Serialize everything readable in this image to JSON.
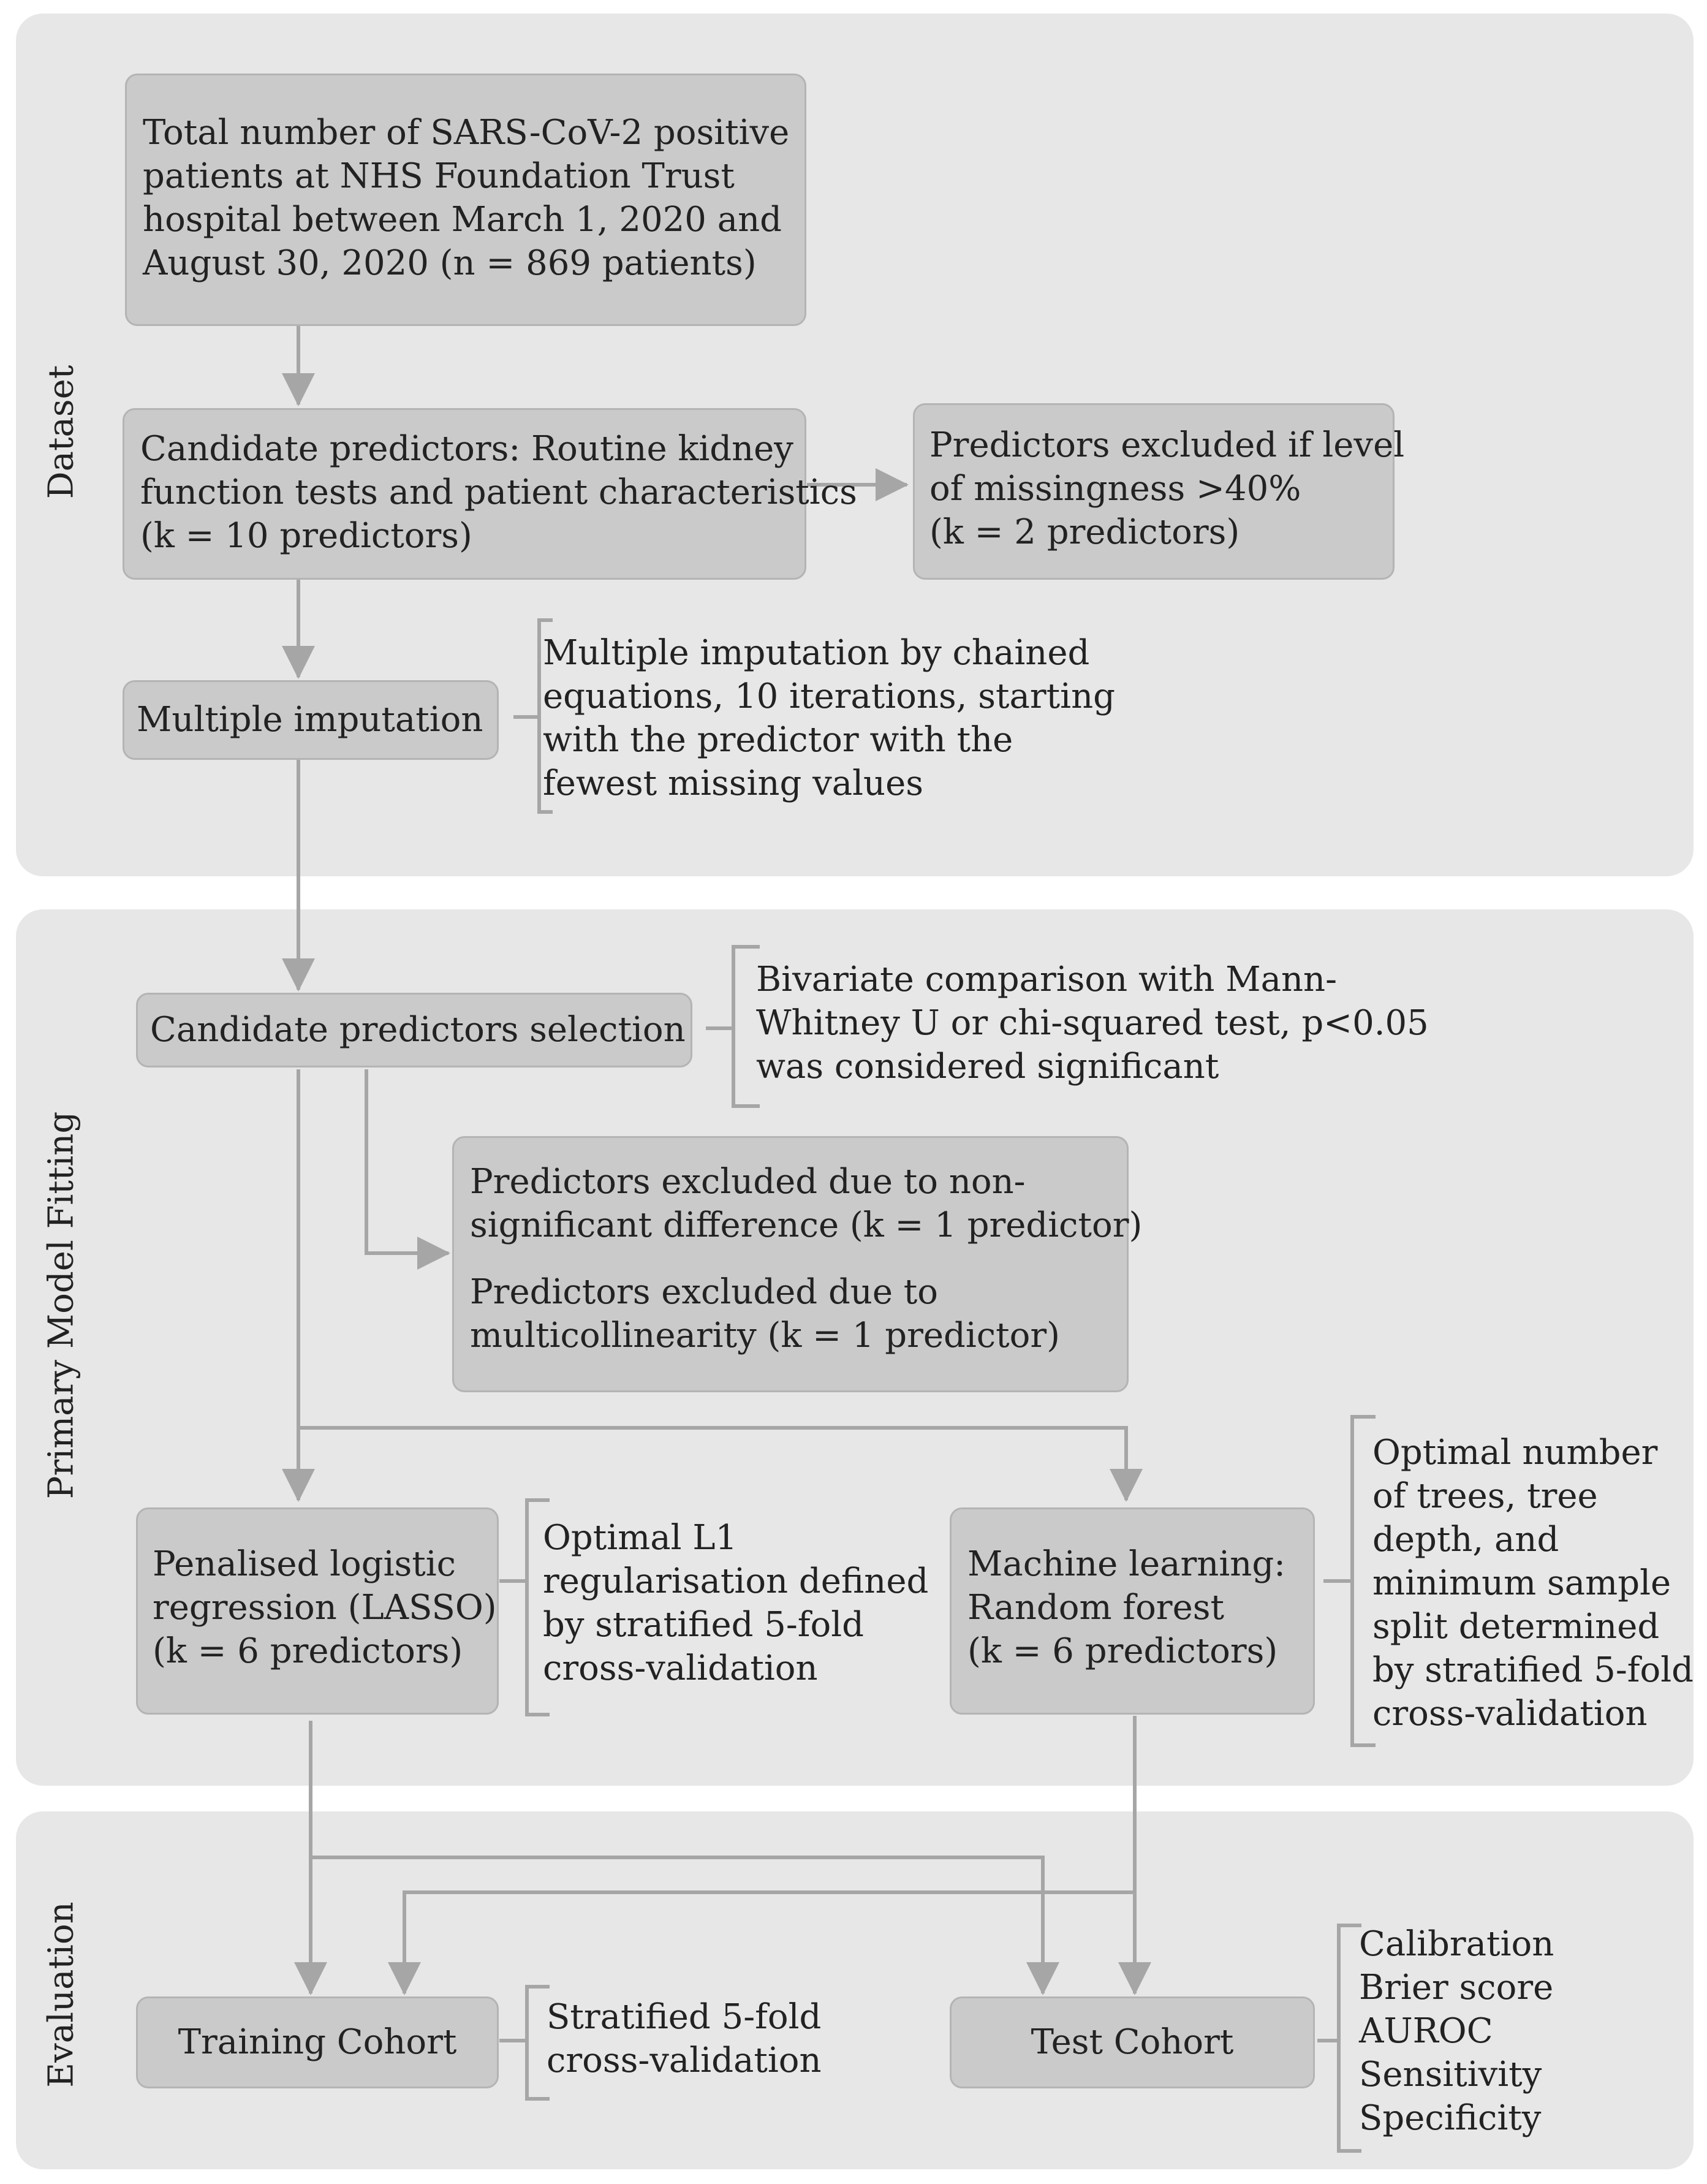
{
  "sections": {
    "dataset": "Dataset",
    "primary": "Primary Model Fitting",
    "evaluation": "Evaluation"
  },
  "boxes": {
    "total": [
      "Total number of SARS-CoV-2 positive",
      "patients at NHS Foundation Trust",
      "hospital between March 1, 2020 and",
      "August 30, 2020 (n = 869 patients)"
    ],
    "candidate": [
      "Candidate predictors: Routine kidney",
      "function tests and patient characteristics",
      "(k = 10 predictors)"
    ],
    "excluded_missing": [
      "Predictors excluded if level",
      "of missingness >40%",
      "(k = 2 predictors)"
    ],
    "imputation": [
      "Multiple imputation"
    ],
    "selection": [
      "Candidate predictors selection"
    ],
    "excluded_nonsig": [
      "Predictors excluded due to non-",
      "significant difference (k = 1 predictor)"
    ],
    "excluded_multicol": [
      "Predictors excluded due to",
      "multicollinearity (k = 1 predictor)"
    ],
    "lasso": [
      "Penalised logistic",
      "regression (LASSO)",
      "(k = 6 predictors)"
    ],
    "rf": [
      "Machine learning:",
      "Random forest",
      "(k = 6 predictors)"
    ],
    "training": [
      "Training Cohort"
    ],
    "test": [
      "Test Cohort"
    ]
  },
  "notes": {
    "imputation": [
      "Multiple imputation by chained",
      "equations, 10 iterations, starting",
      "with the predictor with the",
      "fewest missing values"
    ],
    "selection": [
      "Bivariate comparison with Mann-",
      "Whitney U or chi-squared test, p<0.05",
      "was considered significant"
    ],
    "lasso": [
      "Optimal L1",
      "regularisation defined",
      "by stratified 5-fold",
      "cross-validation"
    ],
    "rf": [
      "Optimal number",
      "of trees, tree",
      "depth, and",
      "minimum sample",
      "split determined",
      "by stratified 5-fold",
      "cross-validation"
    ],
    "training": [
      "Stratified 5-fold",
      "cross-validation"
    ],
    "test": [
      "Calibration",
      "Brier score",
      "AUROC",
      "Sensitivity",
      "Specificity"
    ]
  }
}
